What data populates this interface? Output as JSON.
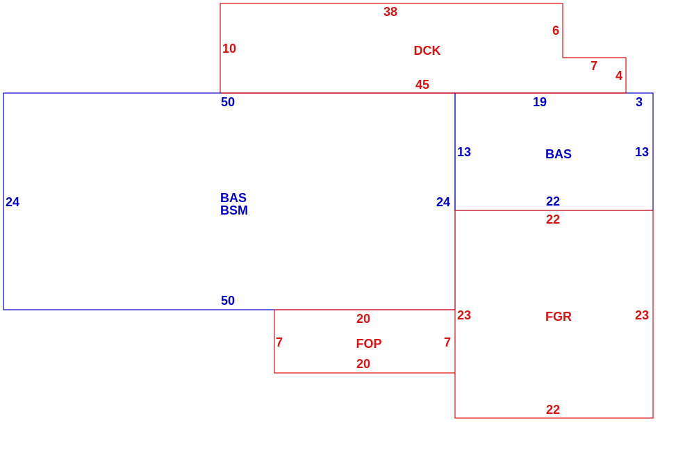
{
  "colors": {
    "blue": "#0000cc",
    "red": "#dd1111"
  },
  "areas": {
    "dck": {
      "code": "DCK",
      "color": "#dd1111",
      "dims": [
        "38",
        "6",
        "7",
        "4",
        "45",
        "10"
      ]
    },
    "bas_main": {
      "code": "BAS",
      "code2": "BSM",
      "color": "#0000cc",
      "dims": [
        "50",
        "24",
        "50",
        "24"
      ]
    },
    "bas_right": {
      "code": "BAS",
      "color": "#0000cc",
      "dims": [
        "19",
        "3",
        "13",
        "22",
        "13"
      ]
    },
    "fgr": {
      "code": "FGR",
      "color": "#dd1111",
      "dims": [
        "22",
        "23",
        "22",
        "23"
      ]
    },
    "fop": {
      "code": "FOP",
      "color": "#dd1111",
      "dims": [
        "20",
        "7",
        "20",
        "7"
      ]
    }
  }
}
